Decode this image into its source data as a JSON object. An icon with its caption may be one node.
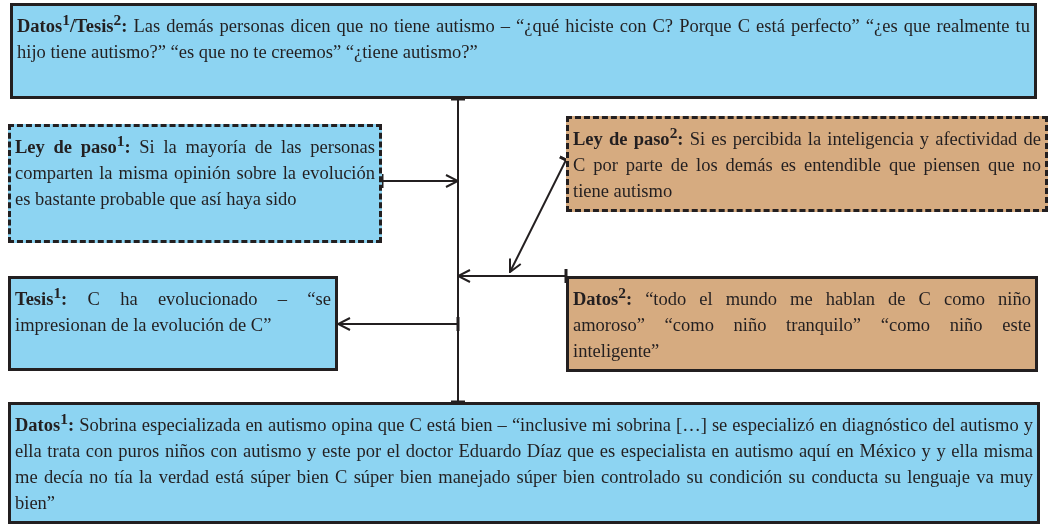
{
  "diagram": {
    "nodes": [
      {
        "text": [
          "**Datos$^{1}$/Tesis$^{2}$:** Las demás personas dicen que no tiene autismo – “¿qué hiciste con C? Porque C está perfecto” “¿es que realmente tu hijo tiene autismo?” “es que no te creemos” “¿tiene autismo?”"
        ]
      },
      {
        "text": [
          "**Ley de paso$^{1}$:** Si la mayoría de las personas comparten la misma opinión sobre la evolución es bastante probable que así haya sido"
        ]
      },
      {
        "text": [
          "**Ley de paso$^{2}$:** Si es percibida la inteligencia y afectividad de C por parte de los demás es entendible que piensen que no tiene autismo"
        ]
      },
      {
        "text": [
          "**Tesis$^{1}$:** C ha evolucionado – “se impresionan de la evolución de C”"
        ]
      },
      {
        "text": [
          "**Datos$^{2}$:** “todo el mundo me hablan de C como niño amoroso” “como niño tranquilo” “como niño este inteligente”"
        ]
      },
      {
        "text": [
          "**Datos$^{1}$:** Sobrina especializada en autismo opina que C está bien – “inclusive mi sobrina […] se especializó en diagnóstico del autismo y ella trata con puros niños con autismo y este por el doctor Eduardo Díaz que es especialista en autismo aquí en México y y ella misma me decía no tía la verdad está súper bien C súper bien manejado súper bien controlado su condición su conducta su lenguaje va muy bien”"
        ]
      }
    ],
    "edges": [
      {
        "from": 5,
        "to": 0,
        "arrow": "other"
      },
      {
        "from": 1,
        "to": null,
        "arrow": "to"
      },
      {
        "from": null,
        "to": 3,
        "arrow": "to"
      },
      {
        "from": 4,
        "to": null,
        "arrow": "to"
      },
      {
        "from": 2,
        "to": null,
        "arrow": "to"
      }
    ]
  }
}
